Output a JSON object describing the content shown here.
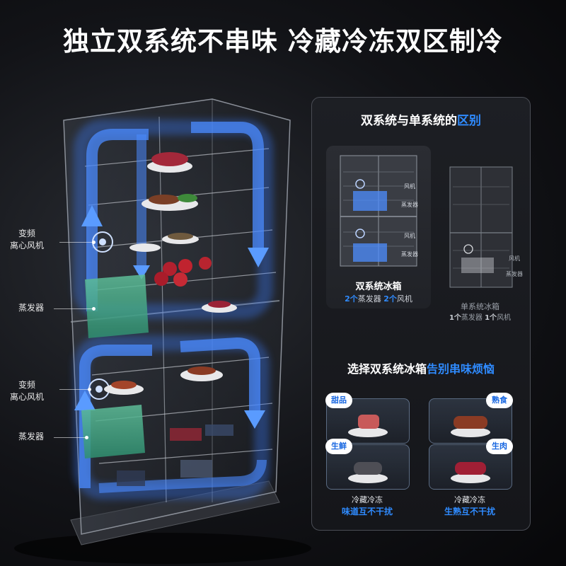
{
  "headline": "独立双系统不串味 冷藏冷冻双区制冷",
  "callouts": {
    "upper_fan": [
      "变频",
      "离心风机"
    ],
    "upper_evaporator": "蒸发器",
    "lower_fan": [
      "变频",
      "离心风机"
    ],
    "lower_evaporator": "蒸发器"
  },
  "comparison": {
    "title_plain": "双系统与单系统的",
    "title_highlight": "区别",
    "dual": {
      "fan_label_top": "风机",
      "evap_label_top": "蒸发器",
      "fan_label_bottom": "风机",
      "evap_label_bottom": "蒸发器",
      "name": "双系统冰箱",
      "spec_count1": "2个",
      "spec_item1": "蒸发器",
      "spec_count2": "2个",
      "spec_item2": "风机"
    },
    "single": {
      "fan_label": "风机",
      "evap_label": "蒸发器",
      "name": "单系统冰箱",
      "spec_count1": "1个",
      "spec_item1": "蒸发器",
      "spec_count2": "1个",
      "spec_item2": "风机"
    }
  },
  "benefit": {
    "title_plain": "选择双系统冰箱",
    "title_highlight": "告别串味烦恼",
    "boxes": {
      "dessert": "甜品",
      "cooked": "熟食",
      "seafood": "生鲜",
      "raw_meat": "生肉"
    },
    "left_caption_top": "冷藏冷冻",
    "left_caption_bottom": "味道互不干扰",
    "right_caption_top": "冷藏冷冻",
    "right_caption_bottom": "生熟互不干扰"
  },
  "colors": {
    "accent_blue": "#2f8bff",
    "airflow_blue": "#3b7dff",
    "background": "#121317"
  }
}
